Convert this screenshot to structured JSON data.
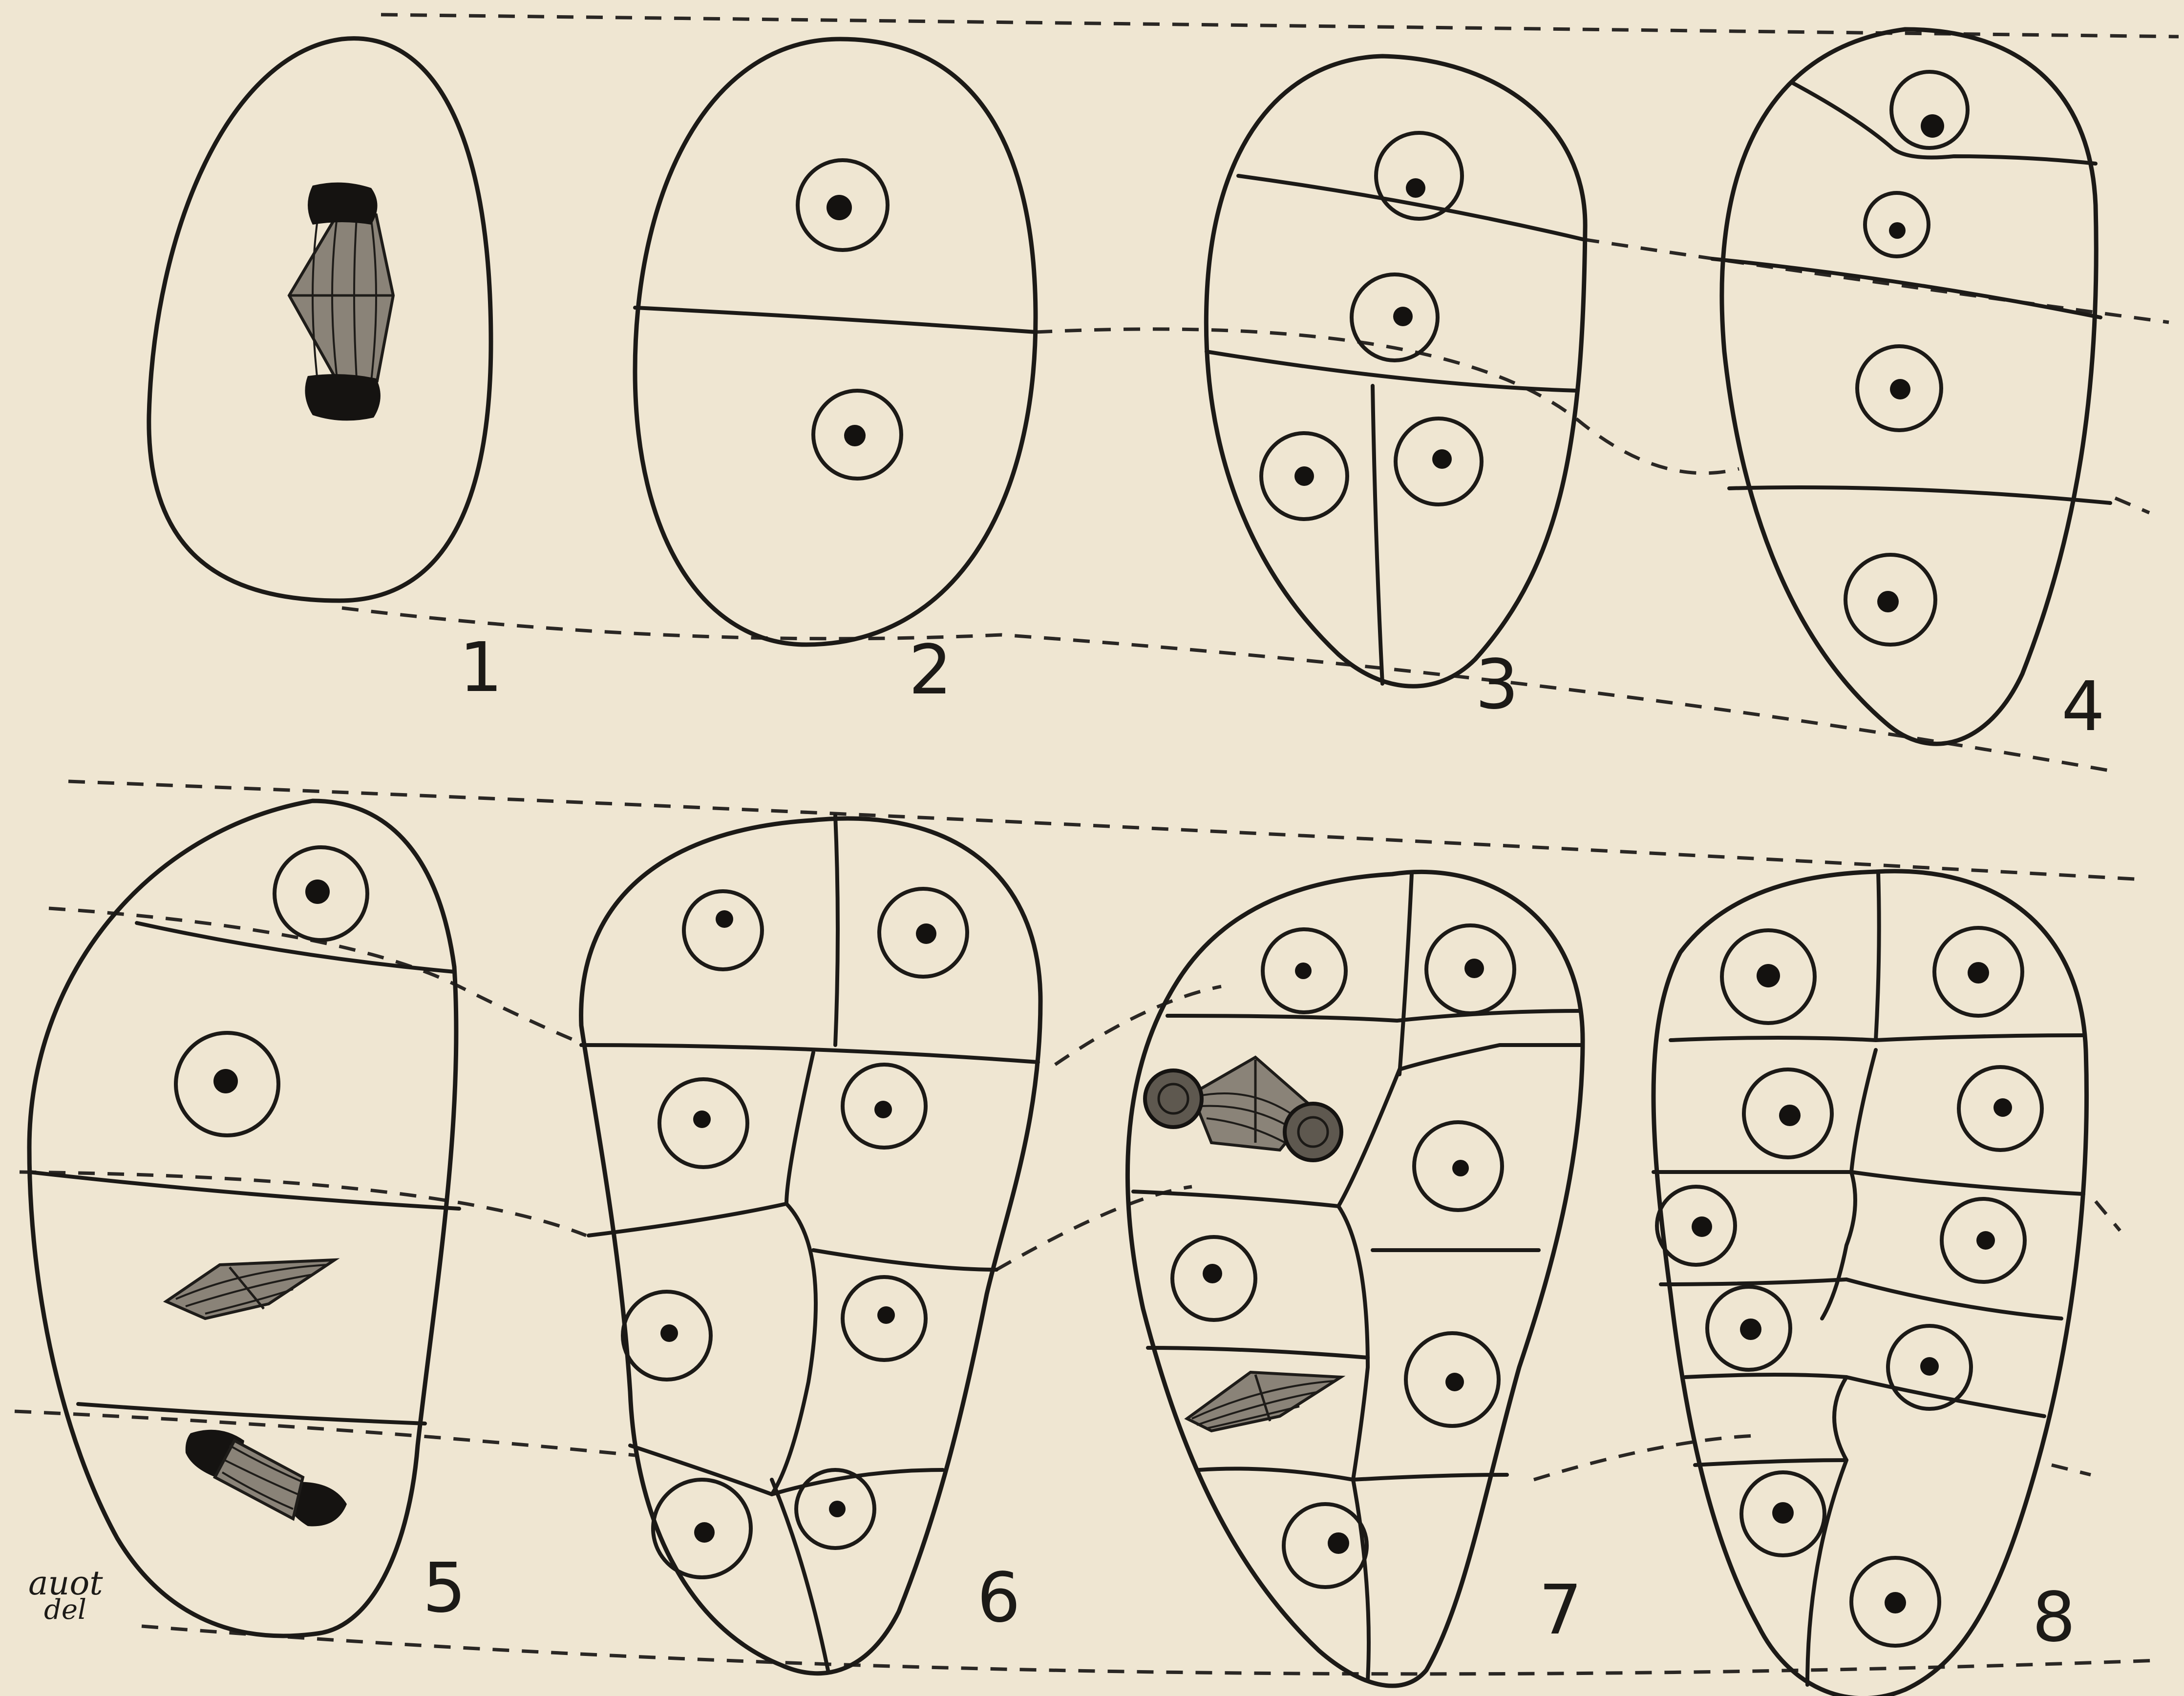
{
  "plate": {
    "figure_numbers": [
      "1",
      "2",
      "3",
      "4",
      "5",
      "6",
      "7",
      "8"
    ],
    "signature": {
      "line1": "auot",
      "line2": "del"
    }
  },
  "colors": {
    "paper": "#efe6d2",
    "ink": "#1c1a17"
  }
}
